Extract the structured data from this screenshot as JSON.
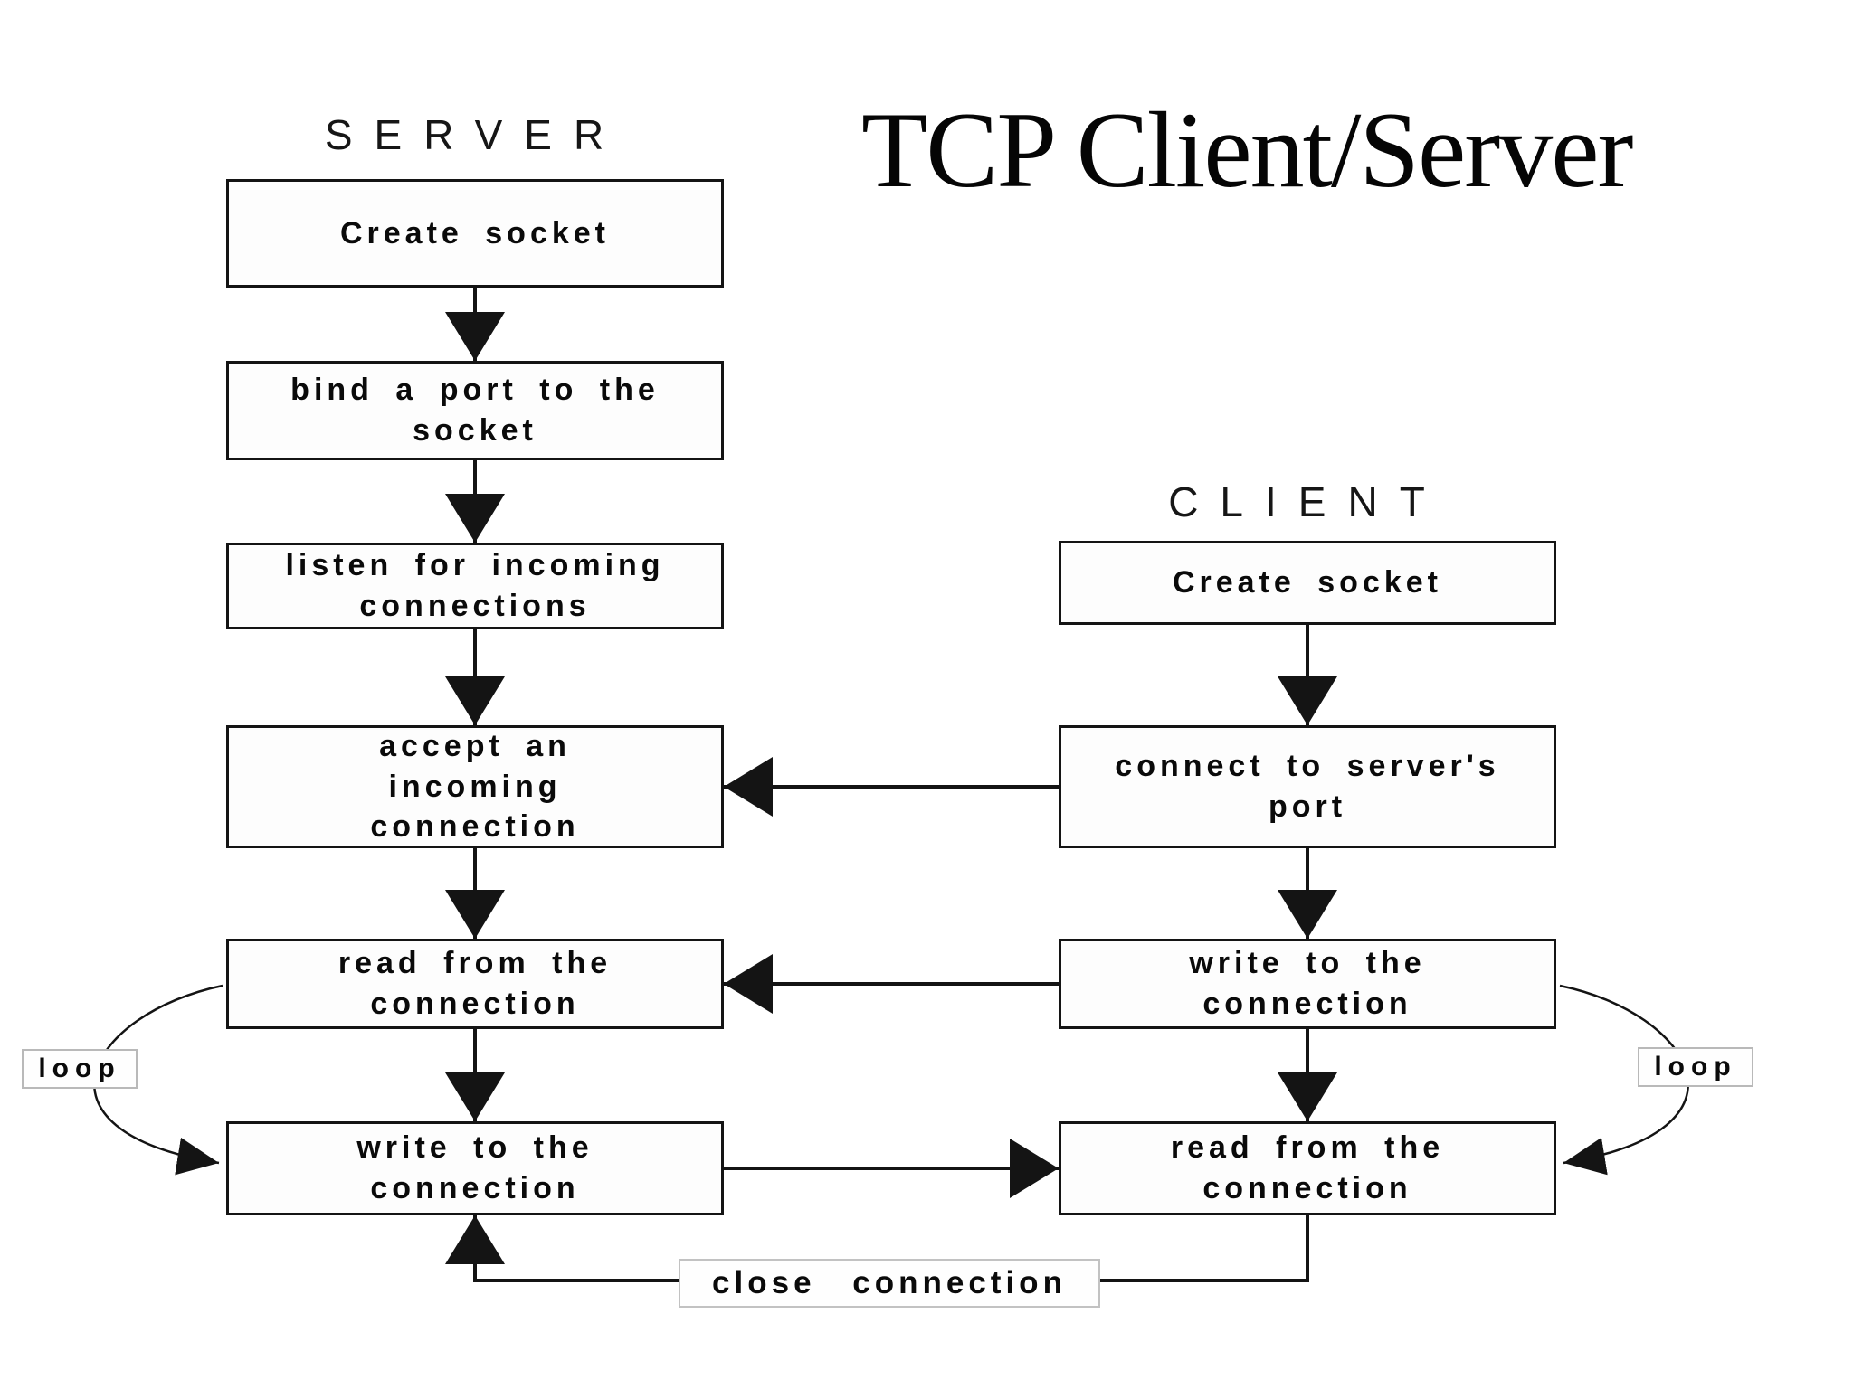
{
  "title": "TCP Client/Server",
  "server": {
    "label": "SERVER",
    "boxes": [
      {
        "label": "Create socket"
      },
      {
        "label": "bind a port to the\nsocket"
      },
      {
        "label": "listen for incoming\nconnections"
      },
      {
        "label": "accept an\nincoming\nconnection"
      },
      {
        "label": "read from the\nconnection"
      },
      {
        "label": "write to the\nconnection"
      }
    ]
  },
  "client": {
    "label": "CLIENT",
    "boxes": [
      {
        "label": "Create socket"
      },
      {
        "label": "connect to server's\nport"
      },
      {
        "label": "write to the\nconnection"
      },
      {
        "label": "read from the\nconnection"
      }
    ]
  },
  "annotations": {
    "loop_left": "loop",
    "loop_right": "loop",
    "close_connection": "close connection"
  },
  "colors": {
    "background": "#ffffff",
    "line": "#141414",
    "text": "#000000",
    "label_border": "#b9b9b9"
  }
}
